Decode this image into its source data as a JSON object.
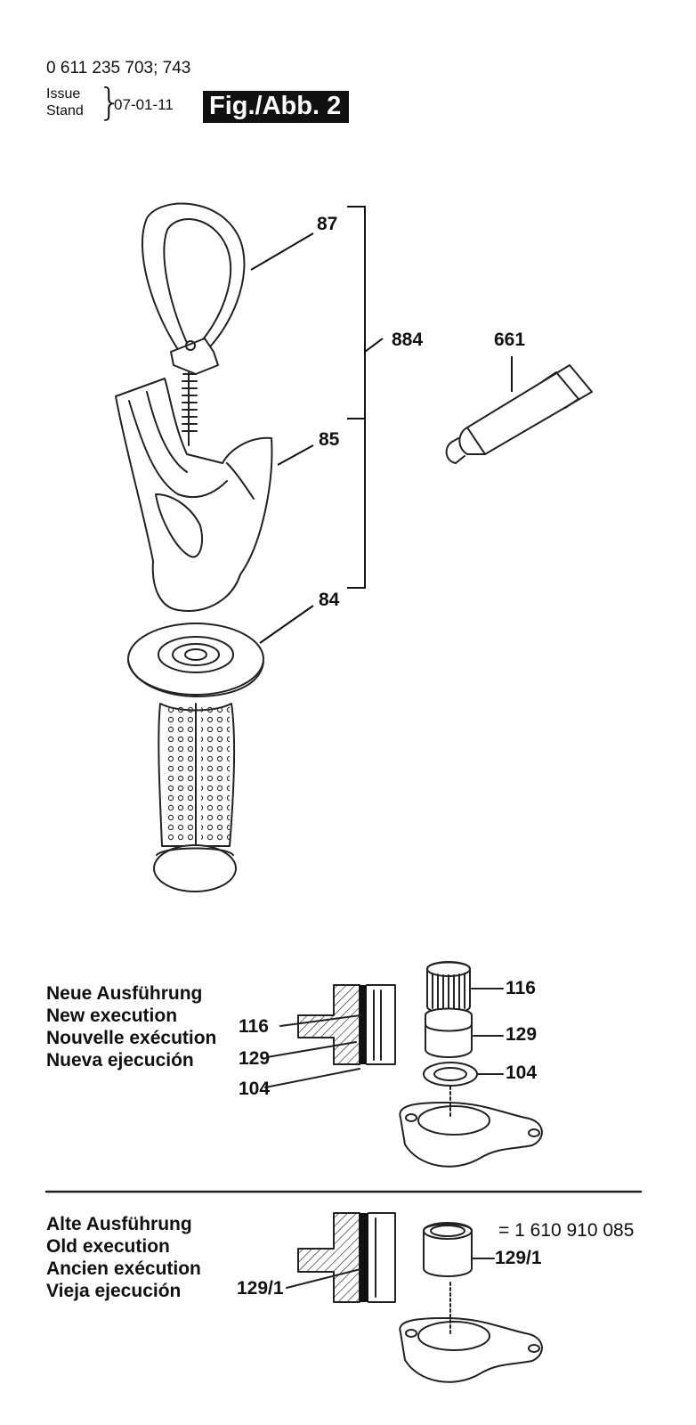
{
  "header": {
    "doc_number": "0 611 235 703; 743",
    "issue_label": "Issue",
    "stand_label": "Stand",
    "date": "07-01-11",
    "figure_label": "Fig./Abb. 2"
  },
  "parts": {
    "p87": "87",
    "p884": "884",
    "p661": "661",
    "p85": "85",
    "p84": "84"
  },
  "new_execution": {
    "lines": [
      "Neue Ausführung",
      "New execution",
      "Nouvelle exécution",
      "Nueva ejecución"
    ],
    "section_116": "116",
    "section_129": "129",
    "section_104": "104",
    "part_116": "116",
    "part_129": "129",
    "part_104": "104"
  },
  "old_execution": {
    "lines": [
      "Alte Ausführung",
      "Old execution",
      "Ancien exécution",
      "Vieja ejecución"
    ],
    "equals": "= 1 610 910 085",
    "section_129_1": "129/1",
    "part_129_1": "129/1"
  }
}
